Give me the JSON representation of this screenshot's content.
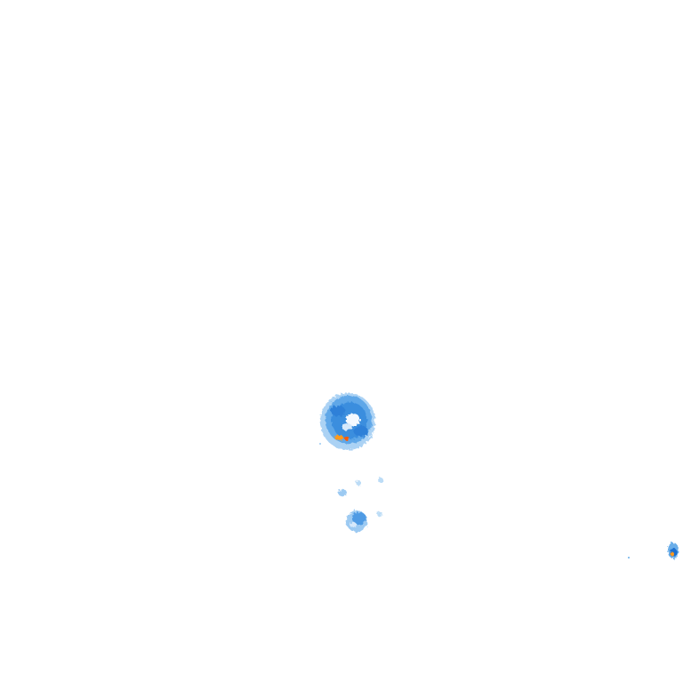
{
  "overlay": {
    "background": "#ffffff",
    "palette": {
      "very_light_rain": "#d6e9fb",
      "light_rain": "#9ccaf2",
      "light_moderate_rain": "#6aaee9",
      "moderate_rain": "#3a8ede",
      "heavy_rain": "#1f6fcf",
      "very_heavy_rain": "#ff9a1f",
      "intense_rain": "#ff5a00"
    },
    "cells": [
      {
        "name": "main-storm-cell",
        "level": "moderate_rain"
      },
      {
        "name": "small-shower-cell",
        "level": "light_moderate_rain"
      },
      {
        "name": "edge-storm-cell",
        "level": "heavy_rain"
      }
    ]
  }
}
